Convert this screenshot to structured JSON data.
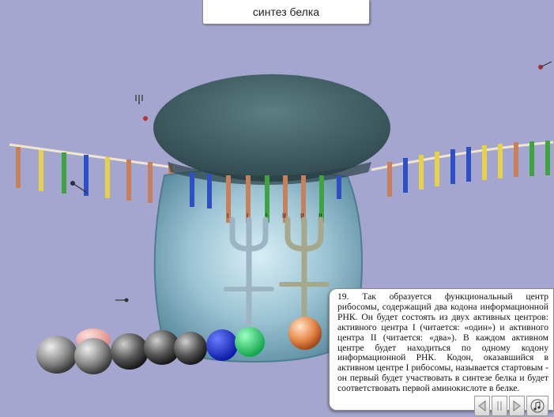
{
  "title": "синтез белка",
  "caption": "19. Так образуется функциональный центр рибосомы, содержащий два кодона информационной РНК. Он будет состоять из двух активных центров: активного центра I (читается: «один») и активного центра II (читается: «два»). В каждом активном центре будет находиться по одному кодону информационной РНК. Кодон, оказавшийся в активном центре I рибосомы, называется стартовым - он первый будет участвовать в синтезе белка и будет соответствовать первой аминокислоте в белке.",
  "codon_labels": [
    "I",
    "I",
    "I",
    "II",
    "II",
    "II"
  ],
  "controls": {
    "prev": "back-arrow-icon",
    "scrub": "scrub-icon",
    "next": "forward-arrow-icon",
    "sound": "music-note-icon"
  },
  "colors": {
    "background": "#a4a6cf",
    "ribosome_top": "#3d5a5e",
    "ribosome_body": "#8ab4c8"
  }
}
